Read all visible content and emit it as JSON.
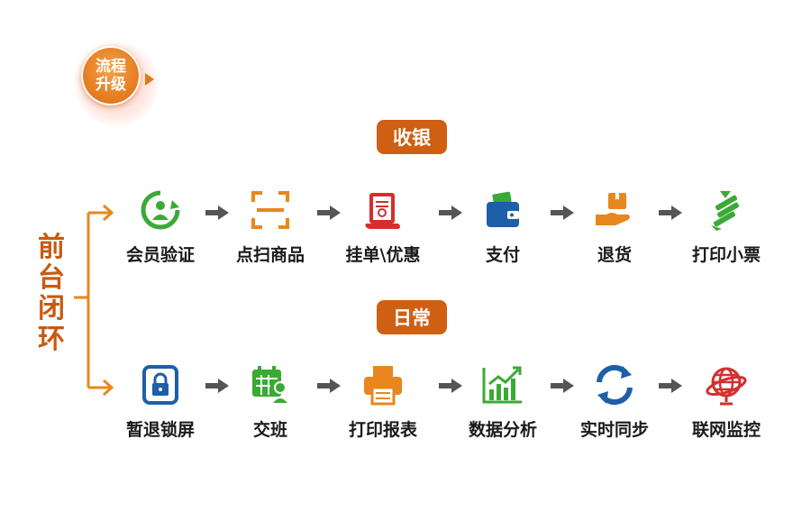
{
  "badge": {
    "text": "流程升级"
  },
  "main_title": "前台闭环",
  "sections": [
    {
      "tag": "收银",
      "steps": [
        {
          "label": "会员验证",
          "icon": "member-refresh-icon"
        },
        {
          "label": "点扫商品",
          "icon": "scan-frame-icon"
        },
        {
          "label": "挂单\\优惠",
          "icon": "scroll-coupon-icon"
        },
        {
          "label": "支付",
          "icon": "wallet-icon"
        },
        {
          "label": "退货",
          "icon": "hand-box-icon"
        },
        {
          "label": "打印小票",
          "icon": "receipt-print-icon"
        }
      ]
    },
    {
      "tag": "日常",
      "steps": [
        {
          "label": "暂退锁屏",
          "icon": "lock-screen-icon"
        },
        {
          "label": "交班",
          "icon": "shift-calendar-user-icon"
        },
        {
          "label": "打印报表",
          "icon": "printer-icon"
        },
        {
          "label": "数据分析",
          "icon": "bar-chart-trend-icon"
        },
        {
          "label": "实时同步",
          "icon": "sync-arrows-icon"
        },
        {
          "label": "联网监控",
          "icon": "globe-network-icon"
        }
      ]
    }
  ],
  "colors": {
    "orange": "#e8871e",
    "dark_orange": "#cf5f13",
    "green": "#3aaa35",
    "blue": "#1d5fa8",
    "red": "#d62e2e",
    "arrow_gray": "#555555"
  }
}
